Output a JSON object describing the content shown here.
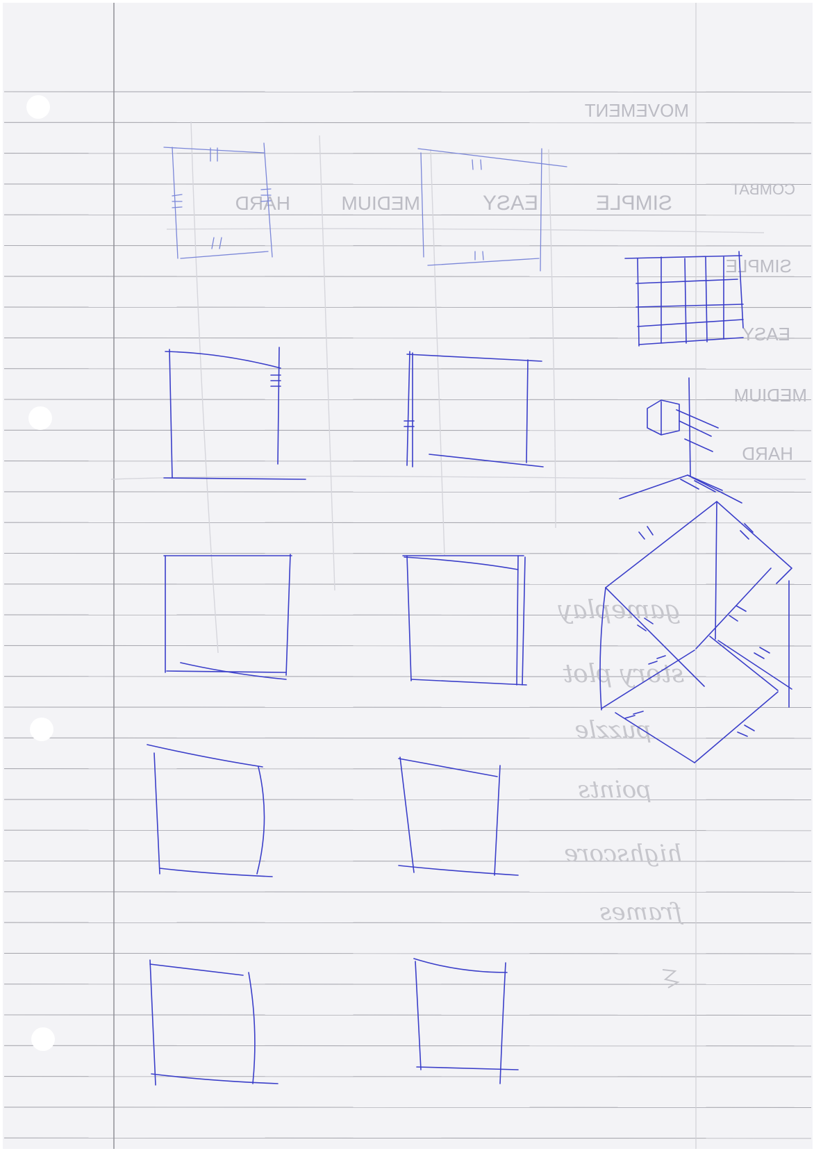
{
  "paper": {
    "background": "#f3f3f6",
    "rule_color": "#a9a9b0",
    "margin_color": "#8f8f96",
    "pen_color": "#3a3ec9",
    "bleed_color": "#bcbcc4"
  },
  "bleed_through": {
    "movement": "MOVEMENT",
    "combat": "COMBAT",
    "simple": "SIMPLE",
    "easy": "EASY",
    "medium": "MEDIUM",
    "hard": "HARD",
    "simple_right": "SIMPLE",
    "easy_right": "EASY",
    "medium_right": "MEDIUM",
    "hard_right": "HARD",
    "script_lines": [
      "gameplay",
      "story plot",
      "puzzle",
      "points",
      "highscore",
      "frames"
    ]
  }
}
